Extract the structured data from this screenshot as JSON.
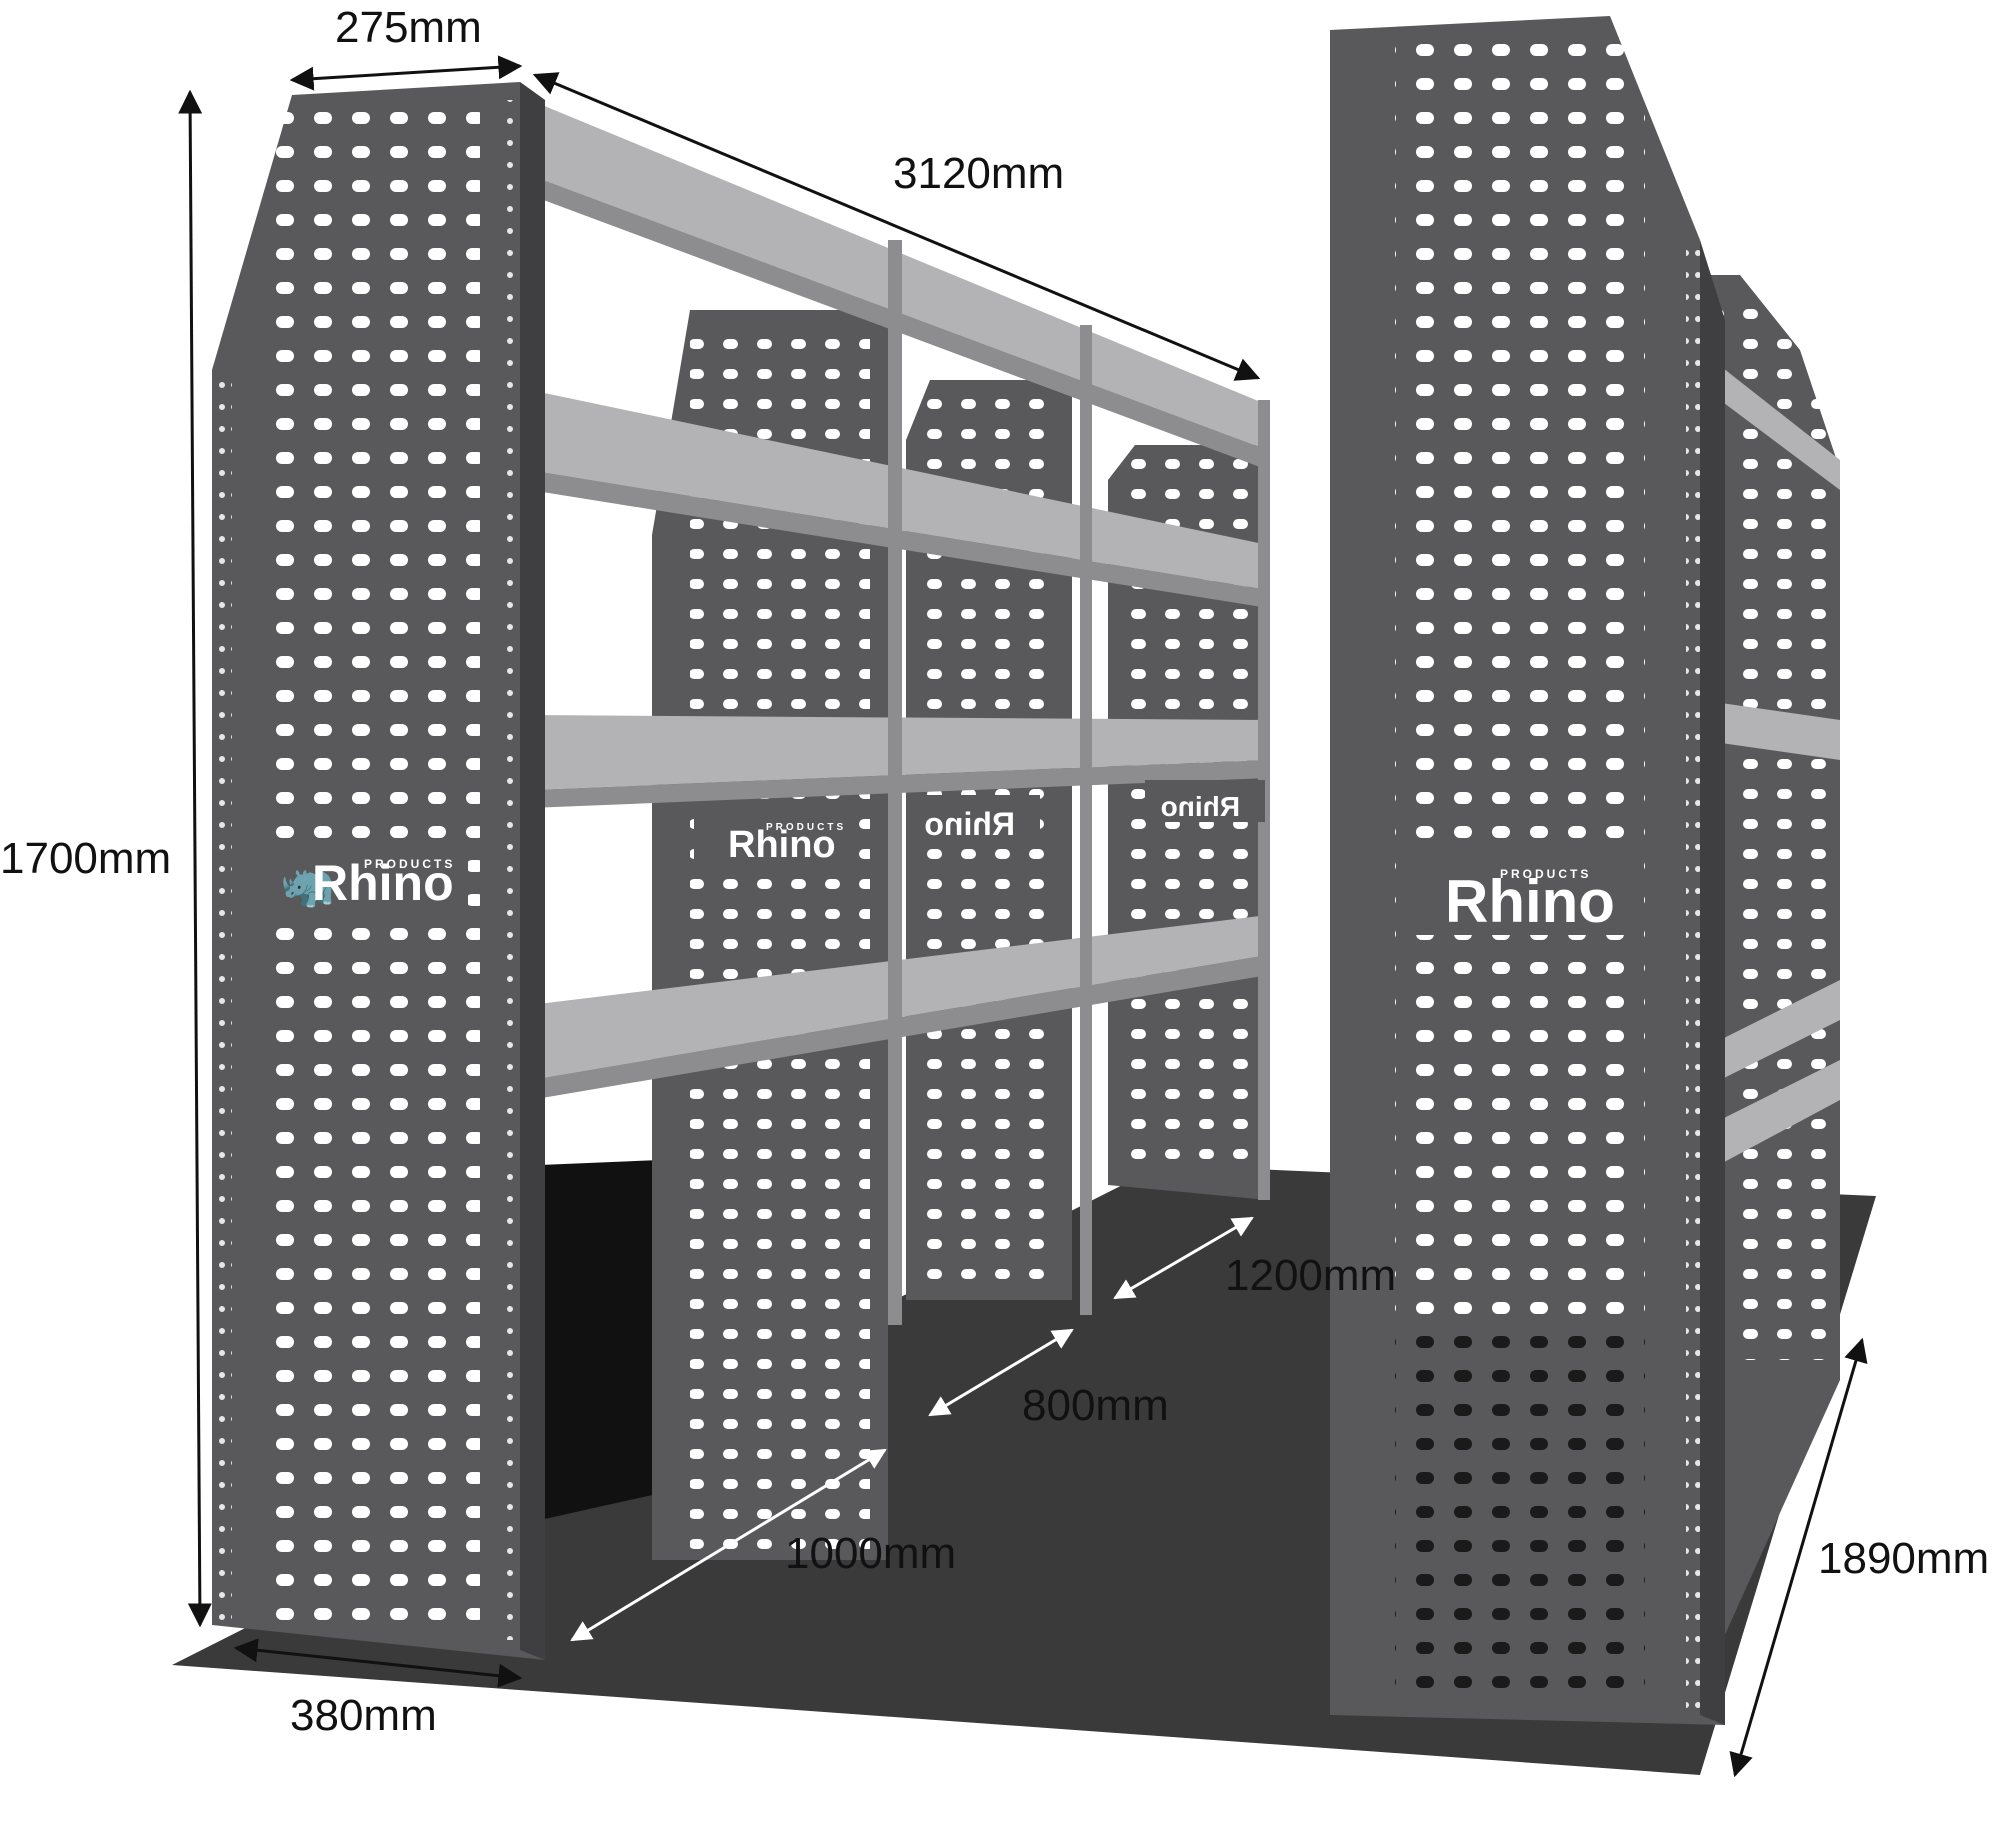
{
  "brand": {
    "name": "Rhino",
    "tagline": "PRODUCTS"
  },
  "dimensions": {
    "top_depth": "275mm",
    "length": "3120mm",
    "height": "1700mm",
    "base_depth": "380mm",
    "gap_1000": "1000mm",
    "gap_800": "800mm",
    "gap_1200": "1200mm",
    "width": "1890mm"
  },
  "colors": {
    "panel": "#59595b",
    "panel_dark": "#3f3f41",
    "shelf": "#b3b3b5",
    "shelf_dark": "#8d8d90",
    "floor": "#3a3a3a",
    "box": "#111111",
    "arrow": "#111111"
  }
}
